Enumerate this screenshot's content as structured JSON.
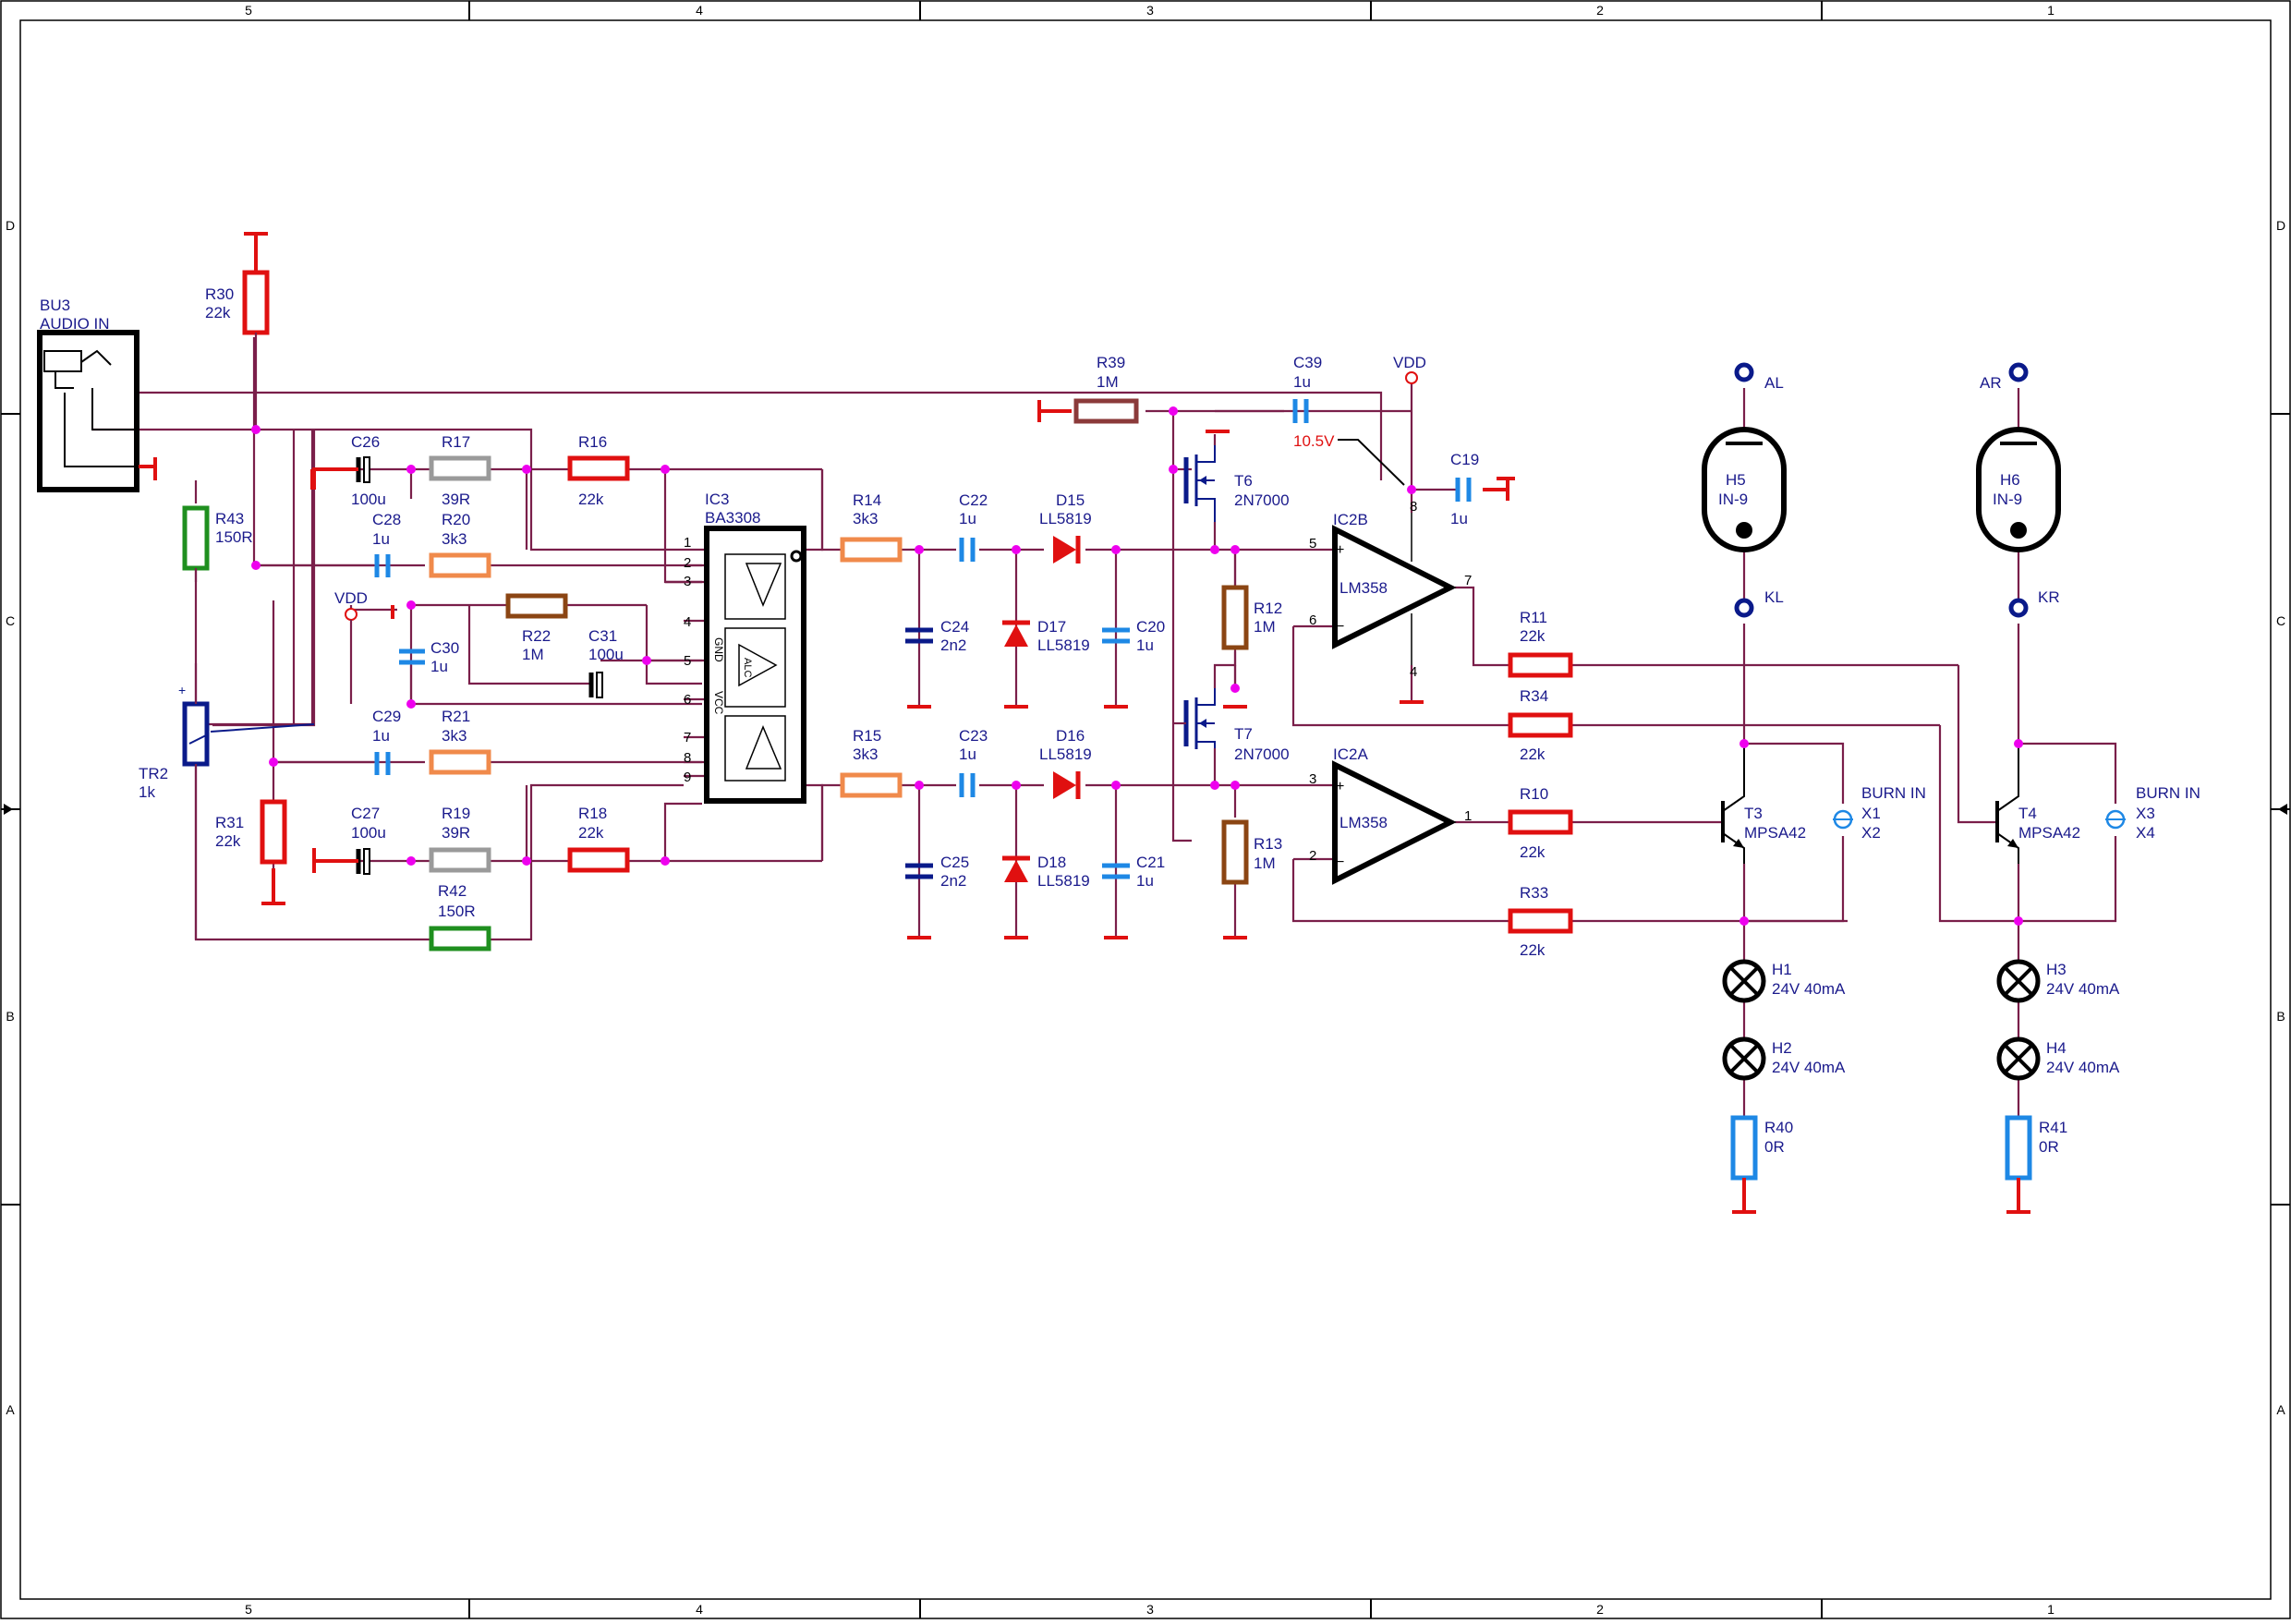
{
  "colors": {
    "wire": "#7a1f4a",
    "part": "#e01010",
    "label": "#1a1a8c",
    "junction": "#ee00ee",
    "grey": "#9a9a9a",
    "orange": "#f08a4b",
    "brown": "#8b4513",
    "brown2": "#8b3a3a",
    "green": "#1f8f1f",
    "lightblue": "#1e88e5",
    "navy": "#0a1a8a",
    "black": "#000000",
    "annotation": "#e01010"
  },
  "frame": {
    "top_cols": [
      "5",
      "4",
      "3",
      "2",
      "1"
    ],
    "bottom_cols": [
      "5",
      "4",
      "3",
      "2",
      "1"
    ],
    "left_rows": [
      "D",
      "C",
      "B",
      "A"
    ],
    "right_rows": [
      "D",
      "C",
      "B",
      "A"
    ]
  },
  "nets": {
    "vdd_top": "VDD",
    "vdd_left": "VDD",
    "voltage_note": "10.5V"
  },
  "parts": {
    "bu3": {
      "ref": "BU3",
      "value": "AUDIO IN"
    },
    "r30": {
      "ref": "R30",
      "value": "22k"
    },
    "r43": {
      "ref": "R43",
      "value": "150R"
    },
    "tr2": {
      "ref": "TR2",
      "value": "1k"
    },
    "r31": {
      "ref": "R31",
      "value": "22k"
    },
    "c26": {
      "ref": "C26",
      "value": "100u"
    },
    "r17": {
      "ref": "R17",
      "value": "39R"
    },
    "r16": {
      "ref": "R16",
      "value": "22k"
    },
    "c28": {
      "ref": "C28",
      "value": "1u"
    },
    "r20": {
      "ref": "R20",
      "value": "3k3"
    },
    "r22": {
      "ref": "R22",
      "value": "1M"
    },
    "c31": {
      "ref": "C31",
      "value": "100u"
    },
    "c30": {
      "ref": "C30",
      "value": "1u"
    },
    "c29": {
      "ref": "C29",
      "value": "1u"
    },
    "r21": {
      "ref": "R21",
      "value": "3k3"
    },
    "c27": {
      "ref": "C27",
      "value": "100u"
    },
    "r19": {
      "ref": "R19",
      "value": "39R"
    },
    "r18": {
      "ref": "R18",
      "value": "22k"
    },
    "r42": {
      "ref": "R42",
      "value": "150R"
    },
    "ic3": {
      "ref": "IC3",
      "value": "BA3308",
      "pins": [
        "1",
        "2",
        "3",
        "4",
        "5",
        "6",
        "7",
        "8",
        "9"
      ],
      "gnd": "GND",
      "vcc": "VCC",
      "alc": "ALC"
    },
    "r14": {
      "ref": "R14",
      "value": "3k3"
    },
    "c22": {
      "ref": "C22",
      "value": "1u"
    },
    "d15": {
      "ref": "D15",
      "value": "LL5819"
    },
    "c24": {
      "ref": "C24",
      "value": "2n2"
    },
    "d17": {
      "ref": "D17",
      "value": "LL5819"
    },
    "c20": {
      "ref": "C20",
      "value": "1u"
    },
    "r15": {
      "ref": "R15",
      "value": "3k3"
    },
    "c23": {
      "ref": "C23",
      "value": "1u"
    },
    "d16": {
      "ref": "D16",
      "value": "LL5819"
    },
    "c25": {
      "ref": "C25",
      "value": "2n2"
    },
    "d18": {
      "ref": "D18",
      "value": "LL5819"
    },
    "c21": {
      "ref": "C21",
      "value": "1u"
    },
    "r39": {
      "ref": "R39",
      "value": "1M"
    },
    "c39": {
      "ref": "C39",
      "value": "1u"
    },
    "c19": {
      "ref": "C19",
      "value": "1u"
    },
    "t6": {
      "ref": "T6",
      "value": "2N7000"
    },
    "t7": {
      "ref": "T7",
      "value": "2N7000"
    },
    "r12": {
      "ref": "R12",
      "value": "1M"
    },
    "r13": {
      "ref": "R13",
      "value": "1M"
    },
    "ic2b": {
      "ref": "IC2B",
      "value": "LM358",
      "pins": [
        "5",
        "6",
        "7",
        "8",
        "4"
      ],
      "plus": "+",
      "minus": "−"
    },
    "ic2a": {
      "ref": "IC2A",
      "value": "LM358",
      "pins": [
        "3",
        "2",
        "1"
      ],
      "plus": "+",
      "minus": "−"
    },
    "r11": {
      "ref": "R11",
      "value": "22k"
    },
    "r34": {
      "ref": "R34",
      "value": "22k"
    },
    "r10": {
      "ref": "R10",
      "value": "22k"
    },
    "r33": {
      "ref": "R33",
      "value": "22k"
    },
    "al": {
      "ref": "AL"
    },
    "kl": {
      "ref": "KL"
    },
    "ar": {
      "ref": "AR"
    },
    "kr": {
      "ref": "KR"
    },
    "h5": {
      "ref": "H5",
      "value": "IN-9"
    },
    "h6": {
      "ref": "H6",
      "value": "IN-9"
    },
    "t3": {
      "ref": "T3",
      "value": "MPSA42"
    },
    "t4": {
      "ref": "T4",
      "value": "MPSA42"
    },
    "burn1": {
      "label": "BURN IN",
      "x1": "X1",
      "x2": "X2"
    },
    "burn2": {
      "label": "BURN IN",
      "x1": "X3",
      "x2": "X4"
    },
    "h1": {
      "ref": "H1",
      "value": "24V 40mA"
    },
    "h2": {
      "ref": "H2",
      "value": "24V 40mA"
    },
    "h3": {
      "ref": "H3",
      "value": "24V 40mA"
    },
    "h4": {
      "ref": "H4",
      "value": "24V 40mA"
    },
    "r40": {
      "ref": "R40",
      "value": "0R"
    },
    "r41": {
      "ref": "R41",
      "value": "0R"
    }
  }
}
